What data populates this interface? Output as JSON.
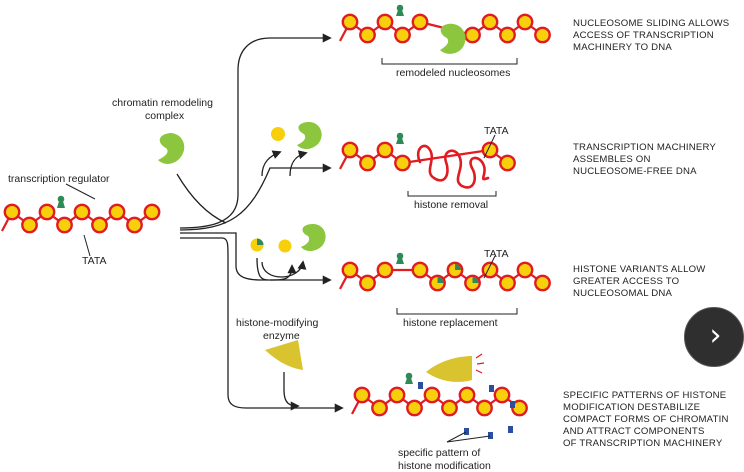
{
  "colors": {
    "dna": "#e01b22",
    "histone": "#f7cf0b",
    "remodeler": "#8cc63f",
    "regulator": "#2e8b57",
    "enzyme": "#d9c32e",
    "mark": "#2b4fa0",
    "tata": "#7fc9b6"
  },
  "labels": {
    "transcription_regulator": "transcription regulator",
    "tata_left": "TATA",
    "remodeling_1": "chromatin remodeling",
    "remodeling_2": "complex",
    "remodeled": "remodeled nucleosomes",
    "tata_2": "TATA",
    "histone_removal": "histone removal",
    "tata_3": "TATA",
    "histone_replacement": "histone replacement",
    "enzyme_1": "histone-modifying",
    "enzyme_2": "enzyme",
    "pattern_1": "specific pattern of",
    "pattern_2": "histone modification"
  },
  "descriptions": {
    "sliding": [
      "NUCLEOSOME SLIDING ALLOWS",
      "ACCESS OF TRANSCRIPTION",
      "MACHINERY TO DNA"
    ],
    "assembly": [
      "TRANSCRIPTION MACHINERY",
      "ASSEMBLES ON",
      "NUCLEOSOME-FREE DNA"
    ],
    "variants": [
      "HISTONE VARIANTS ALLOW",
      "GREATER ACCESS TO",
      "NUCLEOSOMAL DNA"
    ],
    "patterns": [
      "SPECIFIC PATTERNS OF HISTONE",
      "MODIFICATION DESTABILIZE",
      "COMPACT FORMS OF CHROMATIN",
      "AND ATTRACT COMPONENTS",
      "OF TRANSCRIPTION MACHINERY"
    ]
  },
  "navigation": {
    "next_icon": "chevron-right-icon",
    "next_glyph": "›"
  }
}
